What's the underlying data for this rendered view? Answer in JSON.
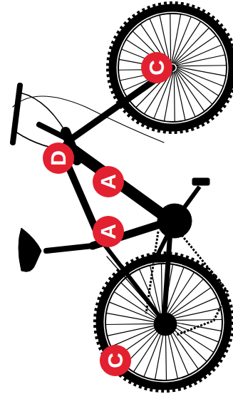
{
  "diagram": {
    "labels": [
      "C",
      "D",
      "A",
      "A",
      "C"
    ]
  }
}
